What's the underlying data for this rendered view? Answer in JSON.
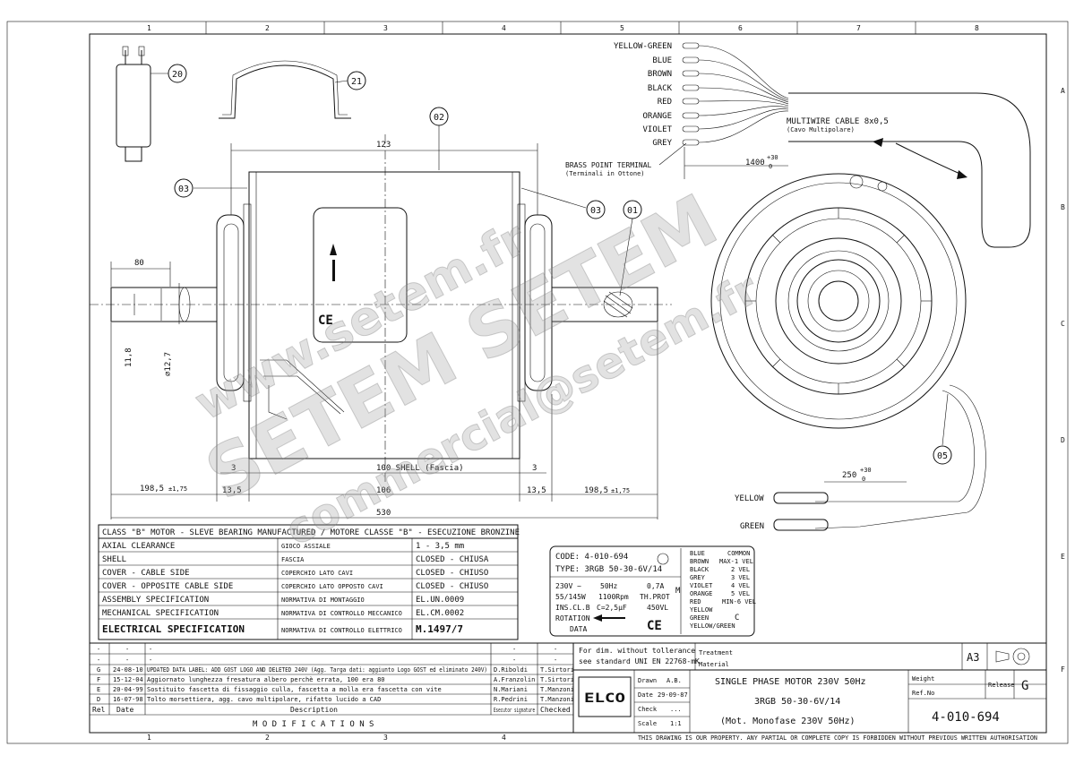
{
  "grid": {
    "cols": [
      "1",
      "2",
      "3",
      "4",
      "5",
      "6",
      "7",
      "8"
    ],
    "rows": [
      "A",
      "B",
      "C",
      "D",
      "E",
      "F"
    ]
  },
  "balloons": {
    "b20": "20",
    "b21": "21",
    "b02": "02",
    "b03a": "03",
    "b03b": "03",
    "b01": "01",
    "b05": "05"
  },
  "wires": [
    "YELLOW-GREEN",
    "BLUE",
    "BROWN",
    "BLACK",
    "RED",
    "ORANGE",
    "VIOLET",
    "GREY"
  ],
  "labels": {
    "multiwire": "MULTIWIRE CABLE  8x0,5",
    "multiwire_it": "(Cavo Multipolare)",
    "brass": "BRASS POINT TERMINAL",
    "brass_it": "(Terminali in Ottone)",
    "cable_len": "1400",
    "cable_tol_up": "+30",
    "cable_tol_dn": "0",
    "lead_len": "250",
    "lead_tol_up": "+30",
    "lead_tol_dn": "0",
    "yellow": "YELLOW",
    "green": "GREEN",
    "ce": "CE"
  },
  "dims": {
    "d123": "123",
    "d80": "80",
    "d11_8": "11,8",
    "d12_7": "⌀12,7",
    "d3a": "3",
    "d3b": "3",
    "shell": "100 SHELL (Fascia)",
    "d198a": "198,5",
    "d198b": "198,5",
    "tol175": "±1,75",
    "d13a": "13,5",
    "d13b": "13,5",
    "d106": "106",
    "d530": "530"
  },
  "spec": {
    "header": "CLASS \"B\" MOTOR - SLEVE BEARING MANUFACTURED /  MOTORE CLASSE \"B\" - ESECUZIONE BRONZINE",
    "rows": [
      {
        "en": "AXIAL CLEARANCE",
        "it": "GIOCO ASSIALE",
        "val": "1 - 3,5 mm"
      },
      {
        "en": "SHELL",
        "it": "FASCIA",
        "val": "CLOSED  -  CHIUSA"
      },
      {
        "en": "COVER - CABLE SIDE",
        "it": "COPERCHIO LATO CAVI",
        "val": "CLOSED  -  CHIUSO"
      },
      {
        "en": "COVER - OPPOSITE CABLE SIDE",
        "it": "COPERCHIO LATO OPPOSTO CAVI",
        "val": "CLOSED  -  CHIUSO"
      },
      {
        "en": "ASSEMBLY SPECIFICATION",
        "it": "NORMATIVA DI MONTAGGIO",
        "val": "EL.UN.0009"
      },
      {
        "en": "MECHANICAL SPECIFICATION",
        "it": "NORMATIVA DI CONTROLLO MECCANICO",
        "val": "EL.CM.0002"
      },
      {
        "en": "ELECTRICAL SPECIFICATION",
        "it": "NORMATIVA DI CONTROLLO ELETTRICO",
        "val": "M.1497/7"
      }
    ]
  },
  "nameplate": {
    "code": "CODE: 4-010-694",
    "type": "TYPE: 3RGB 50-30-6V/14",
    "v": "230V ~",
    "hz": "50Hz",
    "a": "0,7A",
    "w": "55/145W",
    "rpm": "1100Rpm",
    "prot": "TH.PROT",
    "ins": "INS.CL.B",
    "cap": "C=2,5µF",
    "vl": "450VL",
    "rotation": "ROTATION",
    "data": "DATA",
    "m": "M",
    "c": "C",
    "wires": [
      {
        "c": "BLUE",
        "v": "COMMON"
      },
      {
        "c": "BROWN",
        "v": "MAX-1 VEL"
      },
      {
        "c": "BLACK",
        "v": "2 VEL"
      },
      {
        "c": "GREY",
        "v": "3 VEL"
      },
      {
        "c": "VIOLET",
        "v": "4 VEL"
      },
      {
        "c": "ORANGE",
        "v": "5 VEL"
      },
      {
        "c": "RED",
        "v": "MIN-6 VEL"
      },
      {
        "c": "YELLOW",
        "v": ""
      },
      {
        "c": "GREEN",
        "v": ""
      },
      {
        "c": "YELLOW/GREEN",
        "v": ""
      }
    ]
  },
  "mods": {
    "rows": [
      {
        "rel": "-",
        "date": "-",
        "desc": "-",
        "by": "-",
        "chk": "-"
      },
      {
        "rel": "-",
        "date": "-",
        "desc": "-",
        "by": "-",
        "chk": "-"
      },
      {
        "rel": "G",
        "date": "24-08-10",
        "desc": "UPDATED DATA LABEL: ADD GOST LOGO AND DELETED 240V (Agg. Targa dati: aggiunto Logo GOST ed eliminato 240V)",
        "by": "D.Riboldi",
        "chk": "T.Sirtori"
      },
      {
        "rel": "F",
        "date": "15-12-04",
        "desc": "Aggiornato lunghezza fresatura albero perchè errata, 100 era 80",
        "by": "A.Franzolin",
        "chk": "T.Sirtori"
      },
      {
        "rel": "E",
        "date": "20-04-99",
        "desc": "Sostituito fascetta di fissaggio culla, fascetta a molla era fascetta con vite",
        "by": "N.Mariani",
        "chk": "T.Manzoni"
      },
      {
        "rel": "D",
        "date": "16-07-98",
        "desc": "Tolto morsettiera, agg. cavo multipolare, rifatto lucido a CAD",
        "by": "R.Pedrini",
        "chk": "T.Manzoni"
      }
    ],
    "h_rel": "Rel",
    "h_date": "Date",
    "h_desc": "Description",
    "h_by": "Esecutor signature",
    "h_chk": "Checked",
    "footer": "M O D I F I C A T I O N S"
  },
  "title_block": {
    "note1": "For dim. without tollerance",
    "note2": "see standard UNI EN 22768-mK",
    "treatment": "Treatment",
    "material": "Material",
    "size": "A3",
    "logo": "ELCO",
    "drawn_l": "Drawn",
    "drawn_v": "A.B.",
    "date_l": "Date",
    "date_v": "29-09-87",
    "check_l": "Check",
    "check_v": "...",
    "scale_l": "Scale",
    "scale_v": "1:1",
    "title1": "SINGLE PHASE MOTOR  230V  50Hz",
    "title2": "3RGB 50-30-6V/14",
    "title3": "(Mot. Monofase   230V  50Hz)",
    "weight": "Weight",
    "ref": "Ref.No",
    "release_l": "Release",
    "release_v": "G",
    "number": "4-010-694",
    "copyright": "THIS DRAWING IS OUR PROPERTY. ANY PARTIAL OR COMPLETE COPY IS FORBIDDEN WITHOUT PREVIOUS WRITTEN AUTHORISATION"
  },
  "watermark": {
    "w1": "www.setem.fr",
    "w2": "SETEM SETEM",
    "w3": "commercial@setem.fr"
  }
}
